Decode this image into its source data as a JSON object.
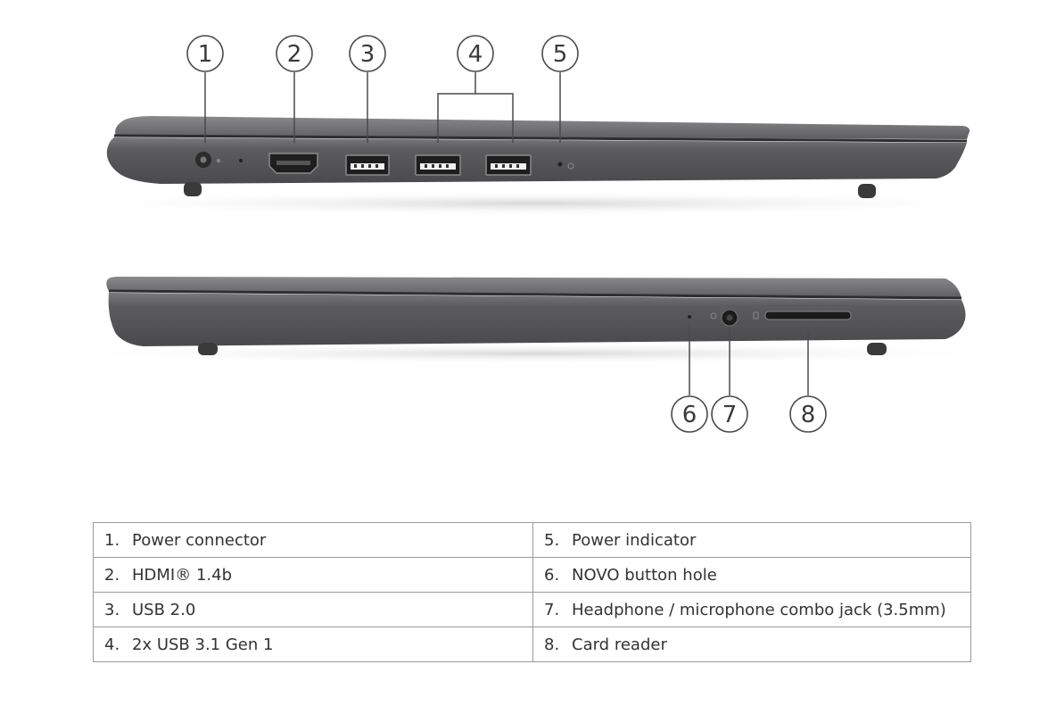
{
  "callouts": {
    "c1": "1",
    "c2": "2",
    "c3": "3",
    "c4": "4",
    "c5": "5",
    "c6": "6",
    "c7": "7",
    "c8": "8"
  },
  "table": {
    "rows": [
      {
        "left": {
          "num": "1.",
          "text": "Power connector"
        },
        "right": {
          "num": "5.",
          "text": "Power indicator"
        }
      },
      {
        "left": {
          "num": "2.",
          "text": "HDMI® 1.4b"
        },
        "right": {
          "num": "6.",
          "text": "NOVO button hole"
        }
      },
      {
        "left": {
          "num": "3.",
          "text": "USB 2.0"
        },
        "right": {
          "num": "7.",
          "text": "Headphone / microphone combo jack (3.5mm)"
        }
      },
      {
        "left": {
          "num": "4.",
          "text": "2x USB 3.1 Gen 1"
        },
        "right": {
          "num": "8.",
          "text": "Card reader"
        }
      }
    ]
  },
  "colors": {
    "body": "#5a5a5c",
    "body_dark": "#3f3f41",
    "lid": "#6e6e70",
    "callout_stroke": "#4a4a4a",
    "table_border": "#9a9a9a"
  }
}
